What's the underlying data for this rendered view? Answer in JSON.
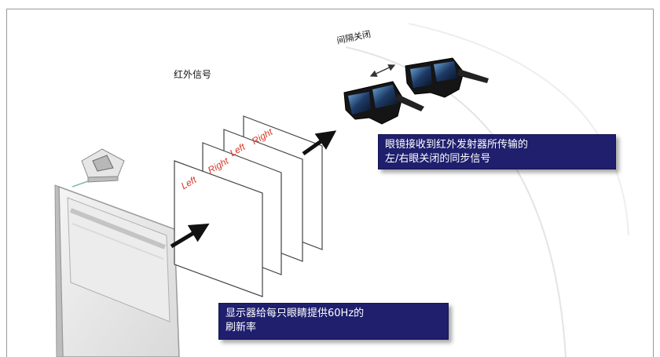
{
  "labels": {
    "infrared_signal": "红外信号",
    "gap_close": "间隔关闭"
  },
  "frames": [
    {
      "text": "Left"
    },
    {
      "text": "Right"
    },
    {
      "text": "Left"
    },
    {
      "text": "Right"
    }
  ],
  "callouts": {
    "glasses": {
      "line1": "眼镜接收到红外发射器所传输的",
      "line2": "左/右眼关闭的同步信号"
    },
    "display": {
      "line1": "显示器给每只眼睛提供60Hz的",
      "line2": "刷新率"
    }
  },
  "colors": {
    "callout_bg": "#1f1f6e",
    "frame_text": "#d63a2a",
    "arrow": "#111111"
  }
}
